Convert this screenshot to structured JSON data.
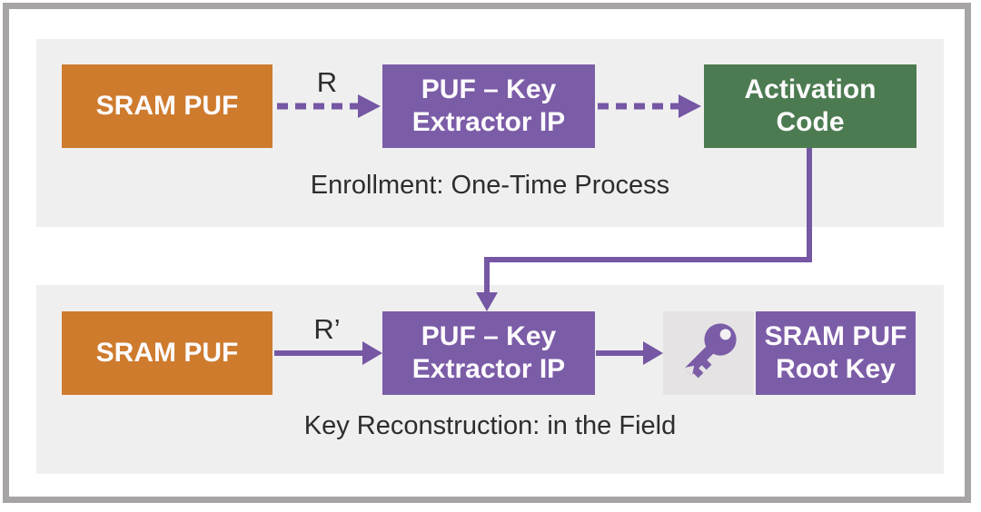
{
  "figure": {
    "type": "flow-diagram",
    "colors": {
      "orange_box": "#ce7b2e",
      "purple_box": "#7b5ca7",
      "green_box": "#4c7b51",
      "arrow_purple": "#7557a4",
      "panel_gray": "#f0efef",
      "icon_panel_gray": "#e5e3e4",
      "frame_gray": "#a7a4a6",
      "text_dark": "#2d2d2d",
      "text_light": "#ffffff"
    },
    "enrollment": {
      "caption": "Enrollment: One-Time Process",
      "sram_box": "SRAM PUF",
      "arrow_label": "R",
      "extractor_line1": "PUF – Key",
      "extractor_line2": "Extractor IP",
      "activation_line1": "Activation",
      "activation_line2": "Code"
    },
    "reconstruction": {
      "caption": "Key Reconstruction: in the Field",
      "sram_box": "SRAM PUF",
      "arrow_label": "R’",
      "extractor_line1": "PUF – Key",
      "extractor_line2": "Extractor IP",
      "rootkey_line1": "SRAM PUF",
      "rootkey_line2": "Root Key",
      "key_icon": "key-icon"
    }
  }
}
